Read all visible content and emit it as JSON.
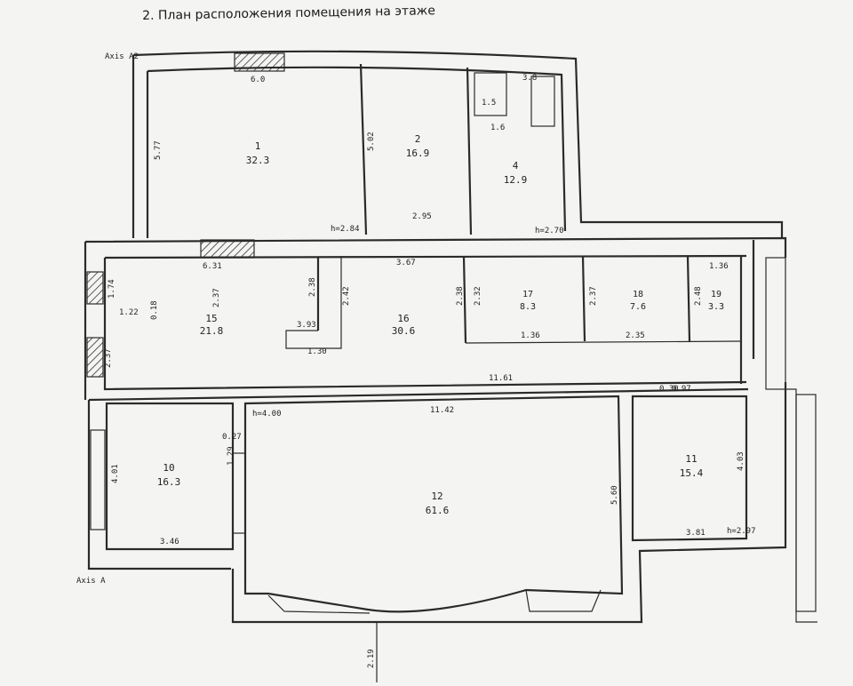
{
  "title": "2. План расположения помещения на этаже",
  "axes": {
    "top": "Axis A2",
    "left": "Axis A",
    "bottom": "2.19"
  },
  "rooms": [
    {
      "number": "1",
      "area": "32.3"
    },
    {
      "number": "2",
      "area": "16.9"
    },
    {
      "number": "4",
      "area": "12.9"
    },
    {
      "number": "15",
      "area": "21.8"
    },
    {
      "number": "16",
      "area": "30.6"
    },
    {
      "number": "17",
      "area": "8.3"
    },
    {
      "number": "18",
      "area": "7.6"
    },
    {
      "number": "19",
      "area": "3.3"
    },
    {
      "number": "10",
      "area": "16.3"
    },
    {
      "number": "12",
      "area": "61.6"
    },
    {
      "number": "11",
      "area": "15.4"
    }
  ],
  "dimensions": [
    "6.0",
    "5.77",
    "5.02",
    "1.5",
    "1.6",
    "3.8",
    "2.95",
    "h=2.84",
    "h=2.70",
    "6.31",
    "3.67",
    "1.74",
    "1.22",
    "0.18",
    "2.38",
    "3.93",
    "2.42",
    "1.30",
    "2.38",
    "2.32",
    "2.37",
    "2.48",
    "1.36",
    "1.36",
    "2.35",
    "2.37",
    "2.37",
    "11.61",
    "h=4.00",
    "11.42",
    "0.30",
    "0.97",
    "0.27",
    "1.29",
    "4.01",
    "3.46",
    "5.60",
    "4.03",
    "3.81",
    "h=2.97"
  ],
  "colors": {
    "line": "#2b2b2b",
    "paper": "#f4f5f3",
    "text": "#222222"
  }
}
